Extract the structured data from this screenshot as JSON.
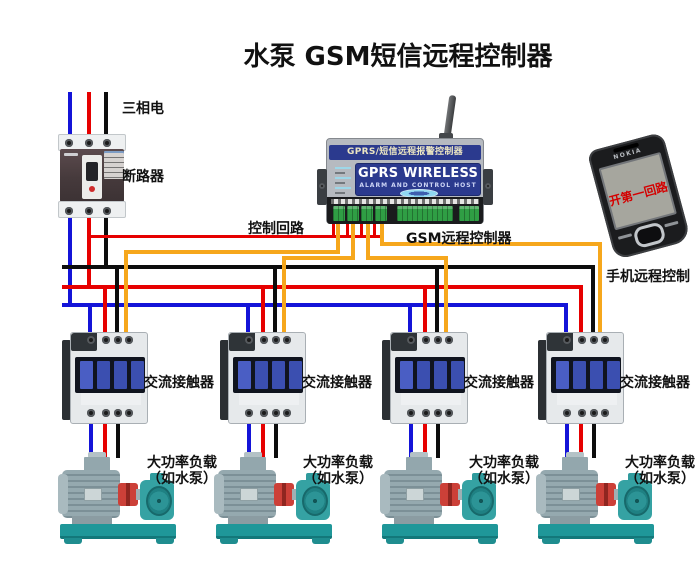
{
  "title": "水泵 GSM短信远程控制器",
  "colors": {
    "wire_blue": "#1414d8",
    "wire_red": "#e60000",
    "wire_black": "#0d0d0d",
    "wire_orange": "#f6a71c",
    "panel_blue": "#2b3a8e",
    "terminal_green": "#2f9e44",
    "pump_teal": "#1f9799",
    "screen_text_red": "#d40000"
  },
  "power": {
    "three_phase_label": "三相电",
    "breaker_label": "断路器"
  },
  "controller": {
    "label": "GSM远程控制器",
    "control_loop_label": "控制回路",
    "banner": "GPRS/短信远程报警控制器",
    "brand": "GPRS WIRELESS",
    "subtitle": "ALARM AND CONTROL HOST"
  },
  "phone": {
    "brand": "NOKIA",
    "screen_text": "开第一回路",
    "label": "手机远程控制"
  },
  "contactors": [
    {
      "label": "交流接触器"
    },
    {
      "label": "交流接触器"
    },
    {
      "label": "交流接触器"
    },
    {
      "label": "交流接触器"
    }
  ],
  "pumps": [
    {
      "label_line1": "大功率负载",
      "label_line2": "（如水泵）"
    },
    {
      "label_line1": "大功率负载",
      "label_line2": "（如水泵）"
    },
    {
      "label_line1": "大功率负载",
      "label_line2": "（如水泵）"
    },
    {
      "label_line1": "大功率负载",
      "label_line2": "（如水泵）"
    }
  ]
}
